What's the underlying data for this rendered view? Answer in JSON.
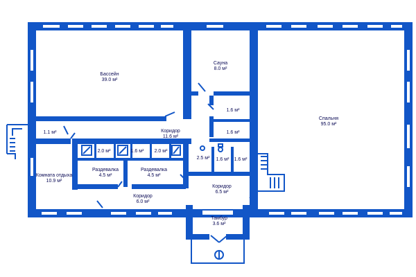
{
  "colors": {
    "wall": "#1256c7",
    "background": "#ffffff",
    "text": "#0a0a55"
  },
  "rooms": [
    {
      "name": "Бассейн",
      "area": "39.0 м²"
    },
    {
      "name": "Сауна",
      "area": "8.0 м²"
    },
    {
      "name": "Спальня",
      "area": "95.0 м²"
    },
    {
      "name": "Коридор",
      "area": "11.6 м²"
    },
    {
      "name": "Комната отдыха",
      "area": "10.9 м²"
    },
    {
      "name": "Раздевалка",
      "area": "4.5 м²"
    },
    {
      "name": "Раздевалка",
      "area": "4.5 м²"
    },
    {
      "name": "Коридор",
      "area": "6.0 м²"
    },
    {
      "name": "Коридор",
      "area": "6.5 м²"
    },
    {
      "name": "Тамбур",
      "area": "3.6 м²"
    }
  ],
  "small_areas": [
    "1.1 м²",
    "2.0 м²",
    "1.6 м²",
    "2.0 м²",
    "2.5 м²",
    "1.6 м²",
    "1.6 м²",
    "1.6 м²",
    "1.6 м²"
  ]
}
